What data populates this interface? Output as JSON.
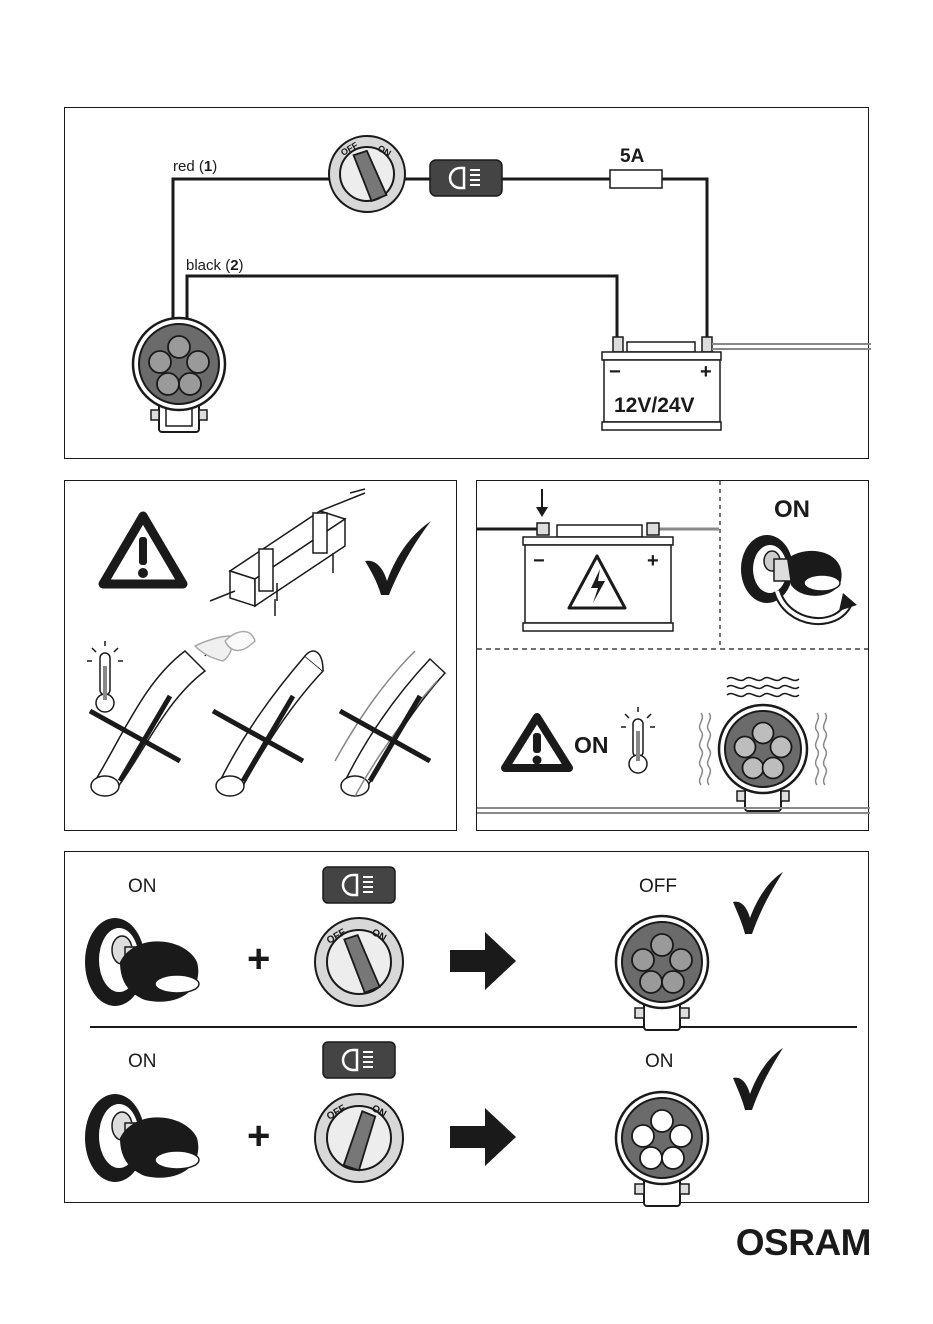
{
  "wiring": {
    "wire_red_label": "red",
    "wire_red_num": "1",
    "wire_black_label": "black",
    "wire_black_num": "2",
    "fuse_label": "5A",
    "battery_label": "12V/24V",
    "battery_minus": "−",
    "battery_plus": "+",
    "switch_off": "OFF",
    "switch_on": "ON"
  },
  "disconnect": {
    "on_label": "ON",
    "minus": "−",
    "plus": "+"
  },
  "hot_warning": {
    "on_label": "ON"
  },
  "operation": {
    "row1": {
      "ignition": "ON",
      "plus": "+",
      "result": "OFF",
      "switch_off": "OFF",
      "switch_on": "ON"
    },
    "row2": {
      "ignition": "ON",
      "plus": "+",
      "result": "ON",
      "switch_off": "OFF",
      "switch_on": "ON"
    }
  },
  "brand": "OSRAM",
  "colors": {
    "ink": "#1a1a1a",
    "lamp_dark": "#6b6b6b",
    "lamp_light": "#e8e8e8",
    "switch_face": "#d8d8d8"
  }
}
